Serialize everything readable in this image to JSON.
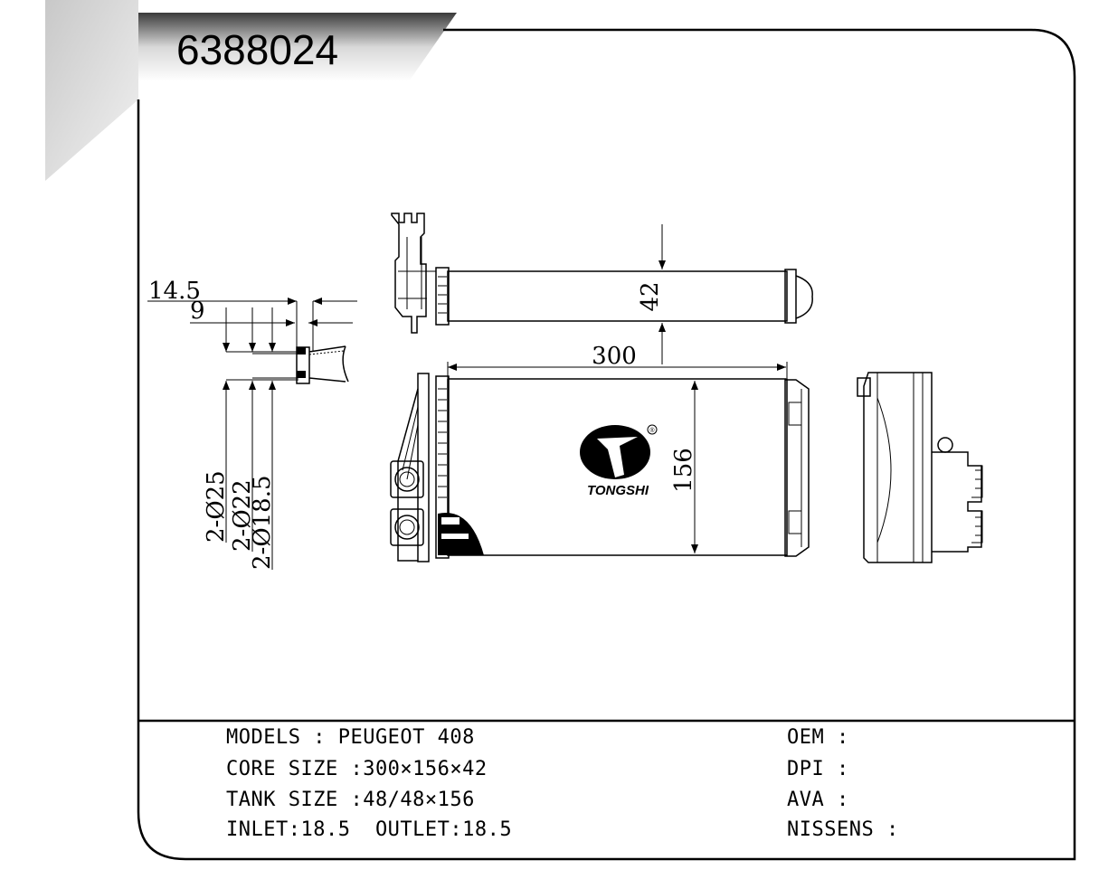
{
  "header": {
    "part_number": "6388024"
  },
  "drawing": {
    "dims": {
      "thickness": "42",
      "width": "300",
      "height": "156",
      "offset_outer": "14.5",
      "offset_inner": "9",
      "dia_1": "2-Ø25",
      "dia_2": "2-Ø22",
      "dia_3": "2-Ø18.5"
    },
    "logo": {
      "brand": "TONGSHI",
      "registered": "®"
    }
  },
  "specs": {
    "models": "MODELS : PEUGEOT 408",
    "core_size": "CORE SIZE :300×156×42",
    "tank_size": "TANK SIZE :48/48×156",
    "inlet_outlet": "INLET:18.5  OUTLET:18.5",
    "oem": "OEM :",
    "dpi": "DPI :",
    "ava": "AVA :",
    "nissens": "NISSENS :"
  }
}
